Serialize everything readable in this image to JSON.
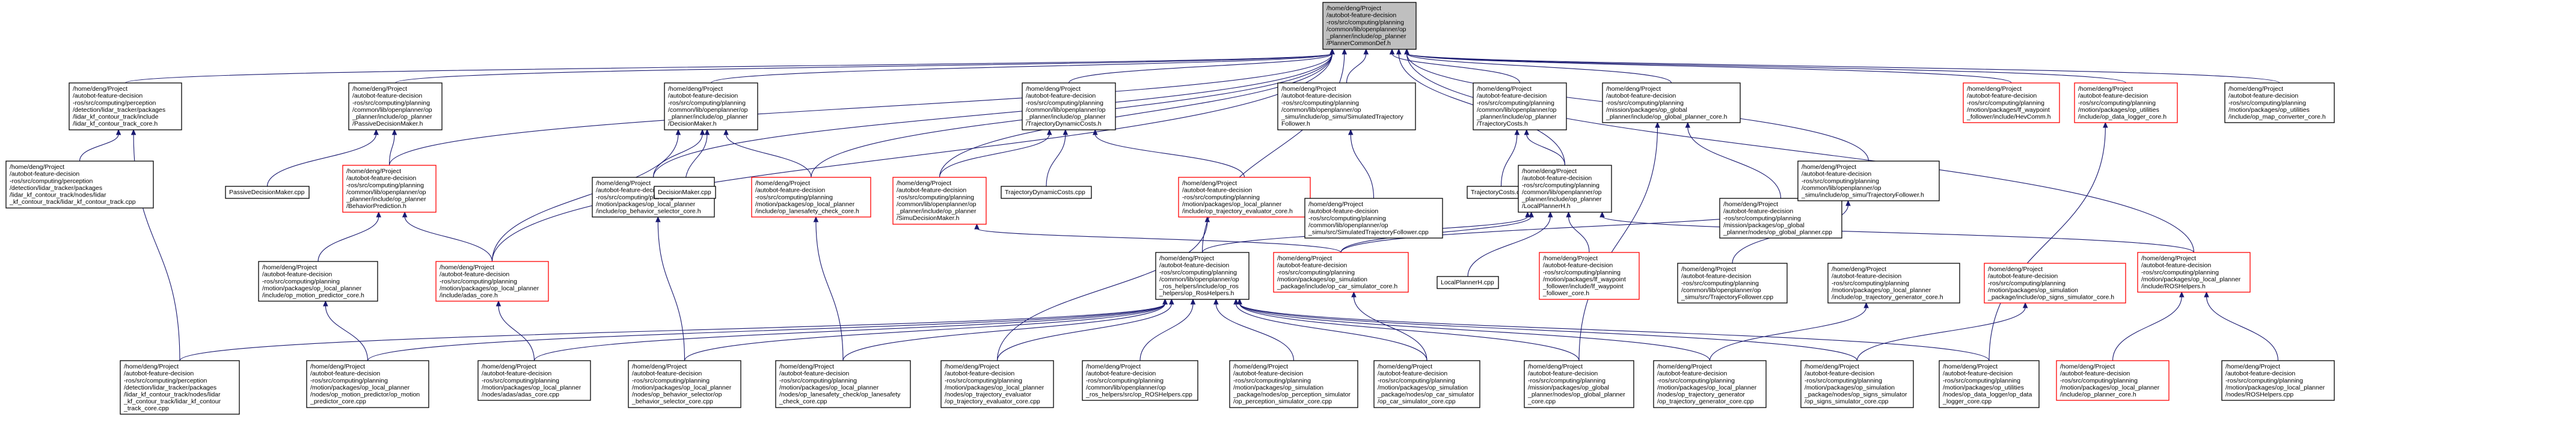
{
  "graph": {
    "style": {
      "edge_color": "#191970",
      "root_fill": "#bfbfbf",
      "node_fill": "#ffffff",
      "normal_border": "#000000",
      "truncated_border": "#ff0000"
    },
    "nodes": [
      {
        "id": "root",
        "name": "node-root",
        "root": true,
        "lines": [
          "/home/deng/Project",
          "/autobot-feature-decision",
          "-ros/src/computing/planning",
          "/common/lib/openplanner/op",
          "_planner/include/op_planner",
          "/PlannerCommonDef.h"
        ]
      },
      {
        "id": "lidar_kf",
        "lines": [
          "/home/deng/Project",
          "/autobot-feature-decision",
          "-ros/src/computing/perception",
          "/detection/lidar_tracker/packages",
          "/lidar_kf_contour_track/include",
          "/lidar_kf_contour_track_core.h"
        ]
      },
      {
        "id": "passive_h",
        "lines": [
          "/home/deng/Project",
          "/autobot-feature-decision",
          "-ros/src/computing/planning",
          "/common/lib/openplanner/op",
          "_planner/include/op_planner",
          "/PassiveDecisionMaker.h"
        ]
      },
      {
        "id": "decision_h",
        "lines": [
          "/home/deng/Project",
          "/autobot-feature-decision",
          "-ros/src/computing/planning",
          "/common/lib/openplanner/op",
          "_planner/include/op_planner",
          "/DecisionMaker.h"
        ]
      },
      {
        "id": "trajdyn_h",
        "lines": [
          "/home/deng/Project",
          "/autobot-feature-decision",
          "-ros/src/computing/planning",
          "/common/lib/openplanner/op",
          "_planner/include/op_planner",
          "/TrajectoryDynamicCosts.h"
        ]
      },
      {
        "id": "simtraj_h",
        "lines": [
          "/home/deng/Project",
          "/autobot-feature-decision",
          "-ros/src/computing/planning",
          "/common/lib/openplanner/op",
          "_simu/include/op_simu/SimulatedTrajectory",
          "Follower.h"
        ]
      },
      {
        "id": "trajcosts_h",
        "lines": [
          "/home/deng/Project",
          "/autobot-feature-decision",
          "-ros/src/computing/planning",
          "/common/lib/openplanner/op",
          "_planner/include/op_planner",
          "/TrajectoryCosts.h"
        ]
      },
      {
        "id": "global_core_h",
        "lines": [
          "/home/deng/Project",
          "/autobot-feature-decision",
          "-ros/src/computing/planning",
          "/mission/packages/op_global",
          "_planner/include/op_global_planner_core.h"
        ]
      },
      {
        "id": "waypoint_hmi",
        "truncated": true,
        "lines": [
          "/home/deng/Project",
          "/autobot-feature-decision",
          "-ros/src/computing/planning",
          "/motion/packages/lf_waypoint",
          "_follower/include/HevComm.h"
        ]
      },
      {
        "id": "datalogger_h",
        "truncated": true,
        "lines": [
          "/home/deng/Project",
          "/autobot-feature-decision",
          "-ros/src/computing/planning",
          "/motion/packages/op_utilities",
          "/include/op_data_logger_core.h"
        ]
      },
      {
        "id": "map_conv_h",
        "lines": [
          "/home/deng/Project",
          "/autobot-feature-decision",
          "-ros/src/computing/planning",
          "/motion/packages/op_utilities",
          "/include/op_map_converter_core.h"
        ]
      },
      {
        "id": "lidar_kf_cpp",
        "lines": [
          "/home/deng/Project",
          "/autobot-feature-decision",
          "-ros/src/computing/perception",
          "/detection/lidar_tracker/packages",
          "/lidar_kf_contour_track/nodes/lidar",
          "_kf_contour_track/lidar_kf_contour_track.cpp"
        ]
      },
      {
        "id": "passive_cpp",
        "lines": [
          "PassiveDecisionMaker.cpp"
        ]
      },
      {
        "id": "behavior_pred",
        "truncated": true,
        "lines": [
          "/home/deng/Project",
          "/autobot-feature-decision",
          "-ros/src/computing/planning",
          "/common/lib/openplanner/op",
          "_planner/include/op_planner",
          "/BehaviorPrediction.h"
        ]
      },
      {
        "id": "behavior_sel_h",
        "lines": [
          "/home/deng/Project",
          "/autobot-feature-decision",
          "-ros/src/computing/planning",
          "/motion/packages/op_local_planner",
          "/include/op_behavior_selector_core.h"
        ]
      },
      {
        "id": "decision_cpp",
        "lines": [
          "DecisionMaker.cpp"
        ]
      },
      {
        "id": "lanesafety_h",
        "truncated": true,
        "lines": [
          "/home/deng/Project",
          "/autobot-feature-decision",
          "-ros/src/computing/planning",
          "/motion/packages/op_local_planner",
          "/include/op_lanesafety_check_core.h"
        ]
      },
      {
        "id": "simudecision_h",
        "truncated": true,
        "lines": [
          "/home/deng/Project",
          "/autobot-feature-decision",
          "-ros/src/computing/planning",
          "/common/lib/openplanner/op",
          "_planner/include/op_planner",
          "/SimuDecisionMaker.h"
        ]
      },
      {
        "id": "trajdyn_cpp",
        "lines": [
          "TrajectoryDynamicCosts.cpp"
        ]
      },
      {
        "id": "traj_eval_h",
        "truncated": true,
        "lines": [
          "/home/deng/Project",
          "/autobot-feature-decision",
          "-ros/src/computing/planning",
          "/motion/packages/op_local_planner",
          "/include/op_trajectory_evaluator_core.h"
        ]
      },
      {
        "id": "simtraj_cpp",
        "lines": [
          "/home/deng/Project",
          "/autobot-feature-decision",
          "-ros/src/computing/planning",
          "/common/lib/openplanner/op",
          "_simu/src/SimulatedTrajectoryFollower.cpp"
        ]
      },
      {
        "id": "trajcosts_cpp",
        "lines": [
          "TrajectoryCosts.cpp"
        ]
      },
      {
        "id": "localplanner_h",
        "lines": [
          "/home/deng/Project",
          "/autobot-feature-decision",
          "-ros/src/computing/planning",
          "/common/lib/openplanner/op",
          "_planner/include/op_planner",
          "/LocalPlannerH.h"
        ]
      },
      {
        "id": "global_core_cpp",
        "lines": [
          "/home/deng/Project",
          "/autobot-feature-decision",
          "-ros/src/computing/planning",
          "/mission/packages/op_global",
          "_planner/nodes/op_global_planner.cpp"
        ]
      },
      {
        "id": "simu_tf_h",
        "lines": [
          "/home/deng/Project",
          "/autobot-feature-decision",
          "-ros/src/computing/planning",
          "/common/lib/openplanner/op",
          "_simu/include/op_simu/TrajectoryFollower.h"
        ]
      },
      {
        "id": "motion_pred_h",
        "lines": [
          "/home/deng/Project",
          "/autobot-feature-decision",
          "-ros/src/computing/planning",
          "/motion/packages/op_local_planner",
          "/include/op_motion_predictor_core.h"
        ]
      },
      {
        "id": "adas_h",
        "truncated": true,
        "lines": [
          "/home/deng/Project",
          "/autobot-feature-decision",
          "-ros/src/computing/planning",
          "/motion/packages/op_local_planner",
          "/include/adas_core.h"
        ]
      },
      {
        "id": "roshelpers_h",
        "lines": [
          "/home/deng/Project",
          "/autobot-feature-decision",
          "-ros/src/computing/planning",
          "/common/lib/openplanner/op",
          "_ros_helpers/include/op_ros",
          "_helpers/op_RosHelpers.h"
        ]
      },
      {
        "id": "car_sim_h",
        "truncated": true,
        "lines": [
          "/home/deng/Project",
          "/autobot-feature-decision",
          "-ros/src/computing/planning",
          "/motion/packages/op_simulation",
          "_package/include/op_car_simulator_core.h"
        ]
      },
      {
        "id": "localplanner_cpp",
        "lines": [
          "LocalPlannerH.cpp"
        ]
      },
      {
        "id": "lf_wp_core",
        "truncated": true,
        "lines": [
          "/home/deng/Project",
          "/autobot-feature-decision",
          "-ros/src/computing/planning",
          "/motion/packages/lf_waypoint",
          "_follower/include/lf_waypoint",
          "_follower_core.h"
        ]
      },
      {
        "id": "simu_tf_cpp",
        "lines": [
          "/home/deng/Project",
          "/autobot-feature-decision",
          "-ros/src/computing/planning",
          "/common/lib/openplanner/op",
          "_simu/src/TrajectoryFollower.cpp"
        ]
      },
      {
        "id": "traj_gen_h",
        "lines": [
          "/home/deng/Project",
          "/autobot-feature-decision",
          "-ros/src/computing/planning",
          "/motion/packages/op_local_planner",
          "/include/op_trajectory_generator_core.h"
        ]
      },
      {
        "id": "signs_sim_h",
        "truncated": true,
        "lines": [
          "/home/deng/Project",
          "/autobot-feature-decision",
          "-ros/src/computing/planning",
          "/motion/packages/op_simulation",
          "_package/include/op_signs_simulator_core.h"
        ]
      },
      {
        "id": "roshelpers_icon",
        "truncated": true,
        "lines": [
          "/home/deng/Project",
          "/autobot-feature-decision",
          "-ros/src/computing/planning",
          "/motion/packages/op_local_planner",
          "/include/ROSHelpers.h"
        ]
      },
      {
        "id": "lidar_kf_core_cpp",
        "lines": [
          "/home/deng/Project",
          "/autobot-feature-decision",
          "-ros/src/computing/perception",
          "/detection/lidar_tracker/packages",
          "/lidar_kf_contour_track/nodes/lidar",
          "_kf_contour_track/lidar_kf_contour",
          "_track_core.cpp"
        ]
      },
      {
        "id": "motion_pred_cpp",
        "lines": [
          "/home/deng/Project",
          "/autobot-feature-decision",
          "-ros/src/computing/planning",
          "/motion/packages/op_local_planner",
          "/nodes/op_motion_predictor/op_motion",
          "_predictor_core.cpp"
        ]
      },
      {
        "id": "adas_cpp",
        "lines": [
          "/home/deng/Project",
          "/autobot-feature-decision",
          "-ros/src/computing/planning",
          "/motion/packages/op_local_planner",
          "/nodes/adas/adas_core.cpp"
        ]
      },
      {
        "id": "behavior_sel_cpp",
        "lines": [
          "/home/deng/Project",
          "/autobot-feature-decision",
          "-ros/src/computing/planning",
          "/motion/packages/op_local_planner",
          "/nodes/op_behavior_selector/op",
          "_behavior_selector_core.cpp"
        ]
      },
      {
        "id": "lanesafety_cpp",
        "lines": [
          "/home/deng/Project",
          "/autobot-feature-decision",
          "-ros/src/computing/planning",
          "/motion/packages/op_local_planner",
          "/nodes/op_lanesafety_check/op_lanesafety",
          "_check_core.cpp"
        ]
      },
      {
        "id": "traj_eval_cpp",
        "lines": [
          "/home/deng/Project",
          "/autobot-feature-decision",
          "-ros/src/computing/planning",
          "/motion/packages/op_local_planner",
          "/nodes/op_trajectory_evaluator",
          "/op_trajectory_evaluator_core.cpp"
        ]
      },
      {
        "id": "roshelpers_cpp",
        "lines": [
          "/home/deng/Project",
          "/autobot-feature-decision",
          "-ros/src/computing/planning",
          "/common/lib/openplanner/op",
          "_ros_helpers/src/op_ROSHelpers.cpp"
        ]
      },
      {
        "id": "perception_sim_cpp",
        "lines": [
          "/home/deng/Project",
          "/autobot-feature-decision",
          "-ros/src/computing/planning",
          "/motion/packages/op_simulation",
          "_package/nodes/op_perception_simulator",
          "/op_perception_simulator_core.cpp"
        ]
      },
      {
        "id": "car_sim_cpp",
        "lines": [
          "/home/deng/Project",
          "/autobot-feature-decision",
          "-ros/src/computing/planning",
          "/motion/packages/op_simulation",
          "_package/nodes/op_car_simulator",
          "/op_car_simulator_core.cpp"
        ]
      },
      {
        "id": "global_planner_core_cpp",
        "lines": [
          "/home/deng/Project",
          "/autobot-feature-decision",
          "-ros/src/computing/planning",
          "/mission/packages/op_global",
          "_planner/nodes/op_global_planner",
          "_core.cpp"
        ]
      },
      {
        "id": "traj_gen_cpp",
        "lines": [
          "/home/deng/Project",
          "/autobot-feature-decision",
          "-ros/src/computing/planning",
          "/motion/packages/op_local_planner",
          "/nodes/op_trajectory_generator",
          "/op_trajectory_generator_core.cpp"
        ]
      },
      {
        "id": "signs_sim_cpp",
        "lines": [
          "/home/deng/Project",
          "/autobot-feature-decision",
          "-ros/src/computing/planning",
          "/motion/packages/op_simulation",
          "_package/nodes/op_signs_simulator",
          "/op_signs_simulator_core.cpp"
        ]
      },
      {
        "id": "datalogger_cpp",
        "lines": [
          "/home/deng/Project",
          "/autobot-feature-decision",
          "-ros/src/computing/planning",
          "/motion/packages/op_utilities",
          "/nodes/op_data_logger/op_data",
          "_logger_core.cpp"
        ]
      },
      {
        "id": "lf_planner_cpp",
        "truncated": true,
        "lines": [
          "/home/deng/Project",
          "/autobot-feature-decision",
          "-ros/src/computing/planning",
          "/motion/packages/op_local_planner",
          "/include/op_planner_core.h"
        ]
      },
      {
        "id": "roshelpers_nodes_cpp",
        "lines": [
          "/home/deng/Project",
          "/autobot-feature-decision",
          "-ros/src/computing/planning",
          "/motion/packages/op_local_planner",
          "/nodes/ROSHelpers.cpp"
        ]
      }
    ],
    "edges": [
      [
        "root",
        "lidar_kf"
      ],
      [
        "root",
        "passive_h"
      ],
      [
        "root",
        "decision_h"
      ],
      [
        "root",
        "trajdyn_h"
      ],
      [
        "root",
        "simtraj_h"
      ],
      [
        "root",
        "trajcosts_h"
      ],
      [
        "root",
        "global_core_h"
      ],
      [
        "root",
        "waypoint_hmi"
      ],
      [
        "root",
        "datalogger_h"
      ],
      [
        "root",
        "map_conv_h"
      ],
      [
        "root",
        "behavior_pred"
      ],
      [
        "root",
        "behavior_sel_h"
      ],
      [
        "root",
        "lanesafety_h"
      ],
      [
        "root",
        "simudecision_h"
      ],
      [
        "root",
        "localplanner_h"
      ],
      [
        "root",
        "simu_tf_h"
      ],
      [
        "root",
        "roshelpers_h"
      ],
      [
        "root",
        "roshelpers_icon"
      ],
      [
        "root",
        "adas_h"
      ],
      [
        "lidar_kf",
        "lidar_kf_cpp"
      ],
      [
        "lidar_kf",
        "lidar_kf_core_cpp"
      ],
      [
        "passive_h",
        "passive_cpp"
      ],
      [
        "passive_h",
        "behavior_pred"
      ],
      [
        "decision_h",
        "decision_cpp"
      ],
      [
        "decision_h",
        "behavior_sel_h"
      ],
      [
        "decision_h",
        "lanesafety_h"
      ],
      [
        "decision_h",
        "adas_h"
      ],
      [
        "trajdyn_h",
        "trajdyn_cpp"
      ],
      [
        "trajdyn_h",
        "traj_eval_h"
      ],
      [
        "trajdyn_h",
        "simudecision_h"
      ],
      [
        "simtraj_h",
        "simtraj_cpp"
      ],
      [
        "trajcosts_h",
        "trajcosts_cpp"
      ],
      [
        "trajcosts_h",
        "localplanner_h"
      ],
      [
        "global_core_h",
        "global_core_cpp"
      ],
      [
        "global_core_h",
        "global_planner_core_cpp"
      ],
      [
        "behavior_pred",
        "motion_pred_h"
      ],
      [
        "behavior_pred",
        "adas_h"
      ],
      [
        "behavior_sel_h",
        "behavior_sel_cpp"
      ],
      [
        "lanesafety_h",
        "lanesafety_cpp"
      ],
      [
        "simudecision_h",
        "car_sim_h"
      ],
      [
        "traj_eval_h",
        "traj_eval_cpp"
      ],
      [
        "localplanner_h",
        "localplanner_cpp"
      ],
      [
        "localplanner_h",
        "car_sim_h"
      ],
      [
        "localplanner_h",
        "lf_wp_core"
      ],
      [
        "localplanner_h",
        "roshelpers_h"
      ],
      [
        "localplanner_h",
        "roshelpers_icon"
      ],
      [
        "simu_tf_h",
        "simu_tf_cpp"
      ],
      [
        "simu_tf_h",
        "car_sim_h"
      ],
      [
        "motion_pred_h",
        "motion_pred_cpp"
      ],
      [
        "adas_h",
        "adas_cpp"
      ],
      [
        "roshelpers_h",
        "lidar_kf_core_cpp"
      ],
      [
        "roshelpers_h",
        "motion_pred_cpp"
      ],
      [
        "roshelpers_h",
        "adas_cpp"
      ],
      [
        "roshelpers_h",
        "behavior_sel_cpp"
      ],
      [
        "roshelpers_h",
        "lanesafety_cpp"
      ],
      [
        "roshelpers_h",
        "traj_eval_cpp"
      ],
      [
        "roshelpers_h",
        "roshelpers_cpp"
      ],
      [
        "roshelpers_h",
        "perception_sim_cpp"
      ],
      [
        "roshelpers_h",
        "car_sim_cpp"
      ],
      [
        "roshelpers_h",
        "global_planner_core_cpp"
      ],
      [
        "roshelpers_h",
        "traj_gen_cpp"
      ],
      [
        "roshelpers_h",
        "signs_sim_cpp"
      ],
      [
        "roshelpers_h",
        "datalogger_cpp"
      ],
      [
        "car_sim_h",
        "car_sim_cpp"
      ],
      [
        "traj_gen_h",
        "traj_gen_cpp"
      ],
      [
        "signs_sim_h",
        "signs_sim_cpp"
      ],
      [
        "datalogger_h",
        "datalogger_cpp"
      ],
      [
        "roshelpers_icon",
        "lf_planner_cpp"
      ],
      [
        "roshelpers_icon",
        "roshelpers_nodes_cpp"
      ]
    ]
  }
}
